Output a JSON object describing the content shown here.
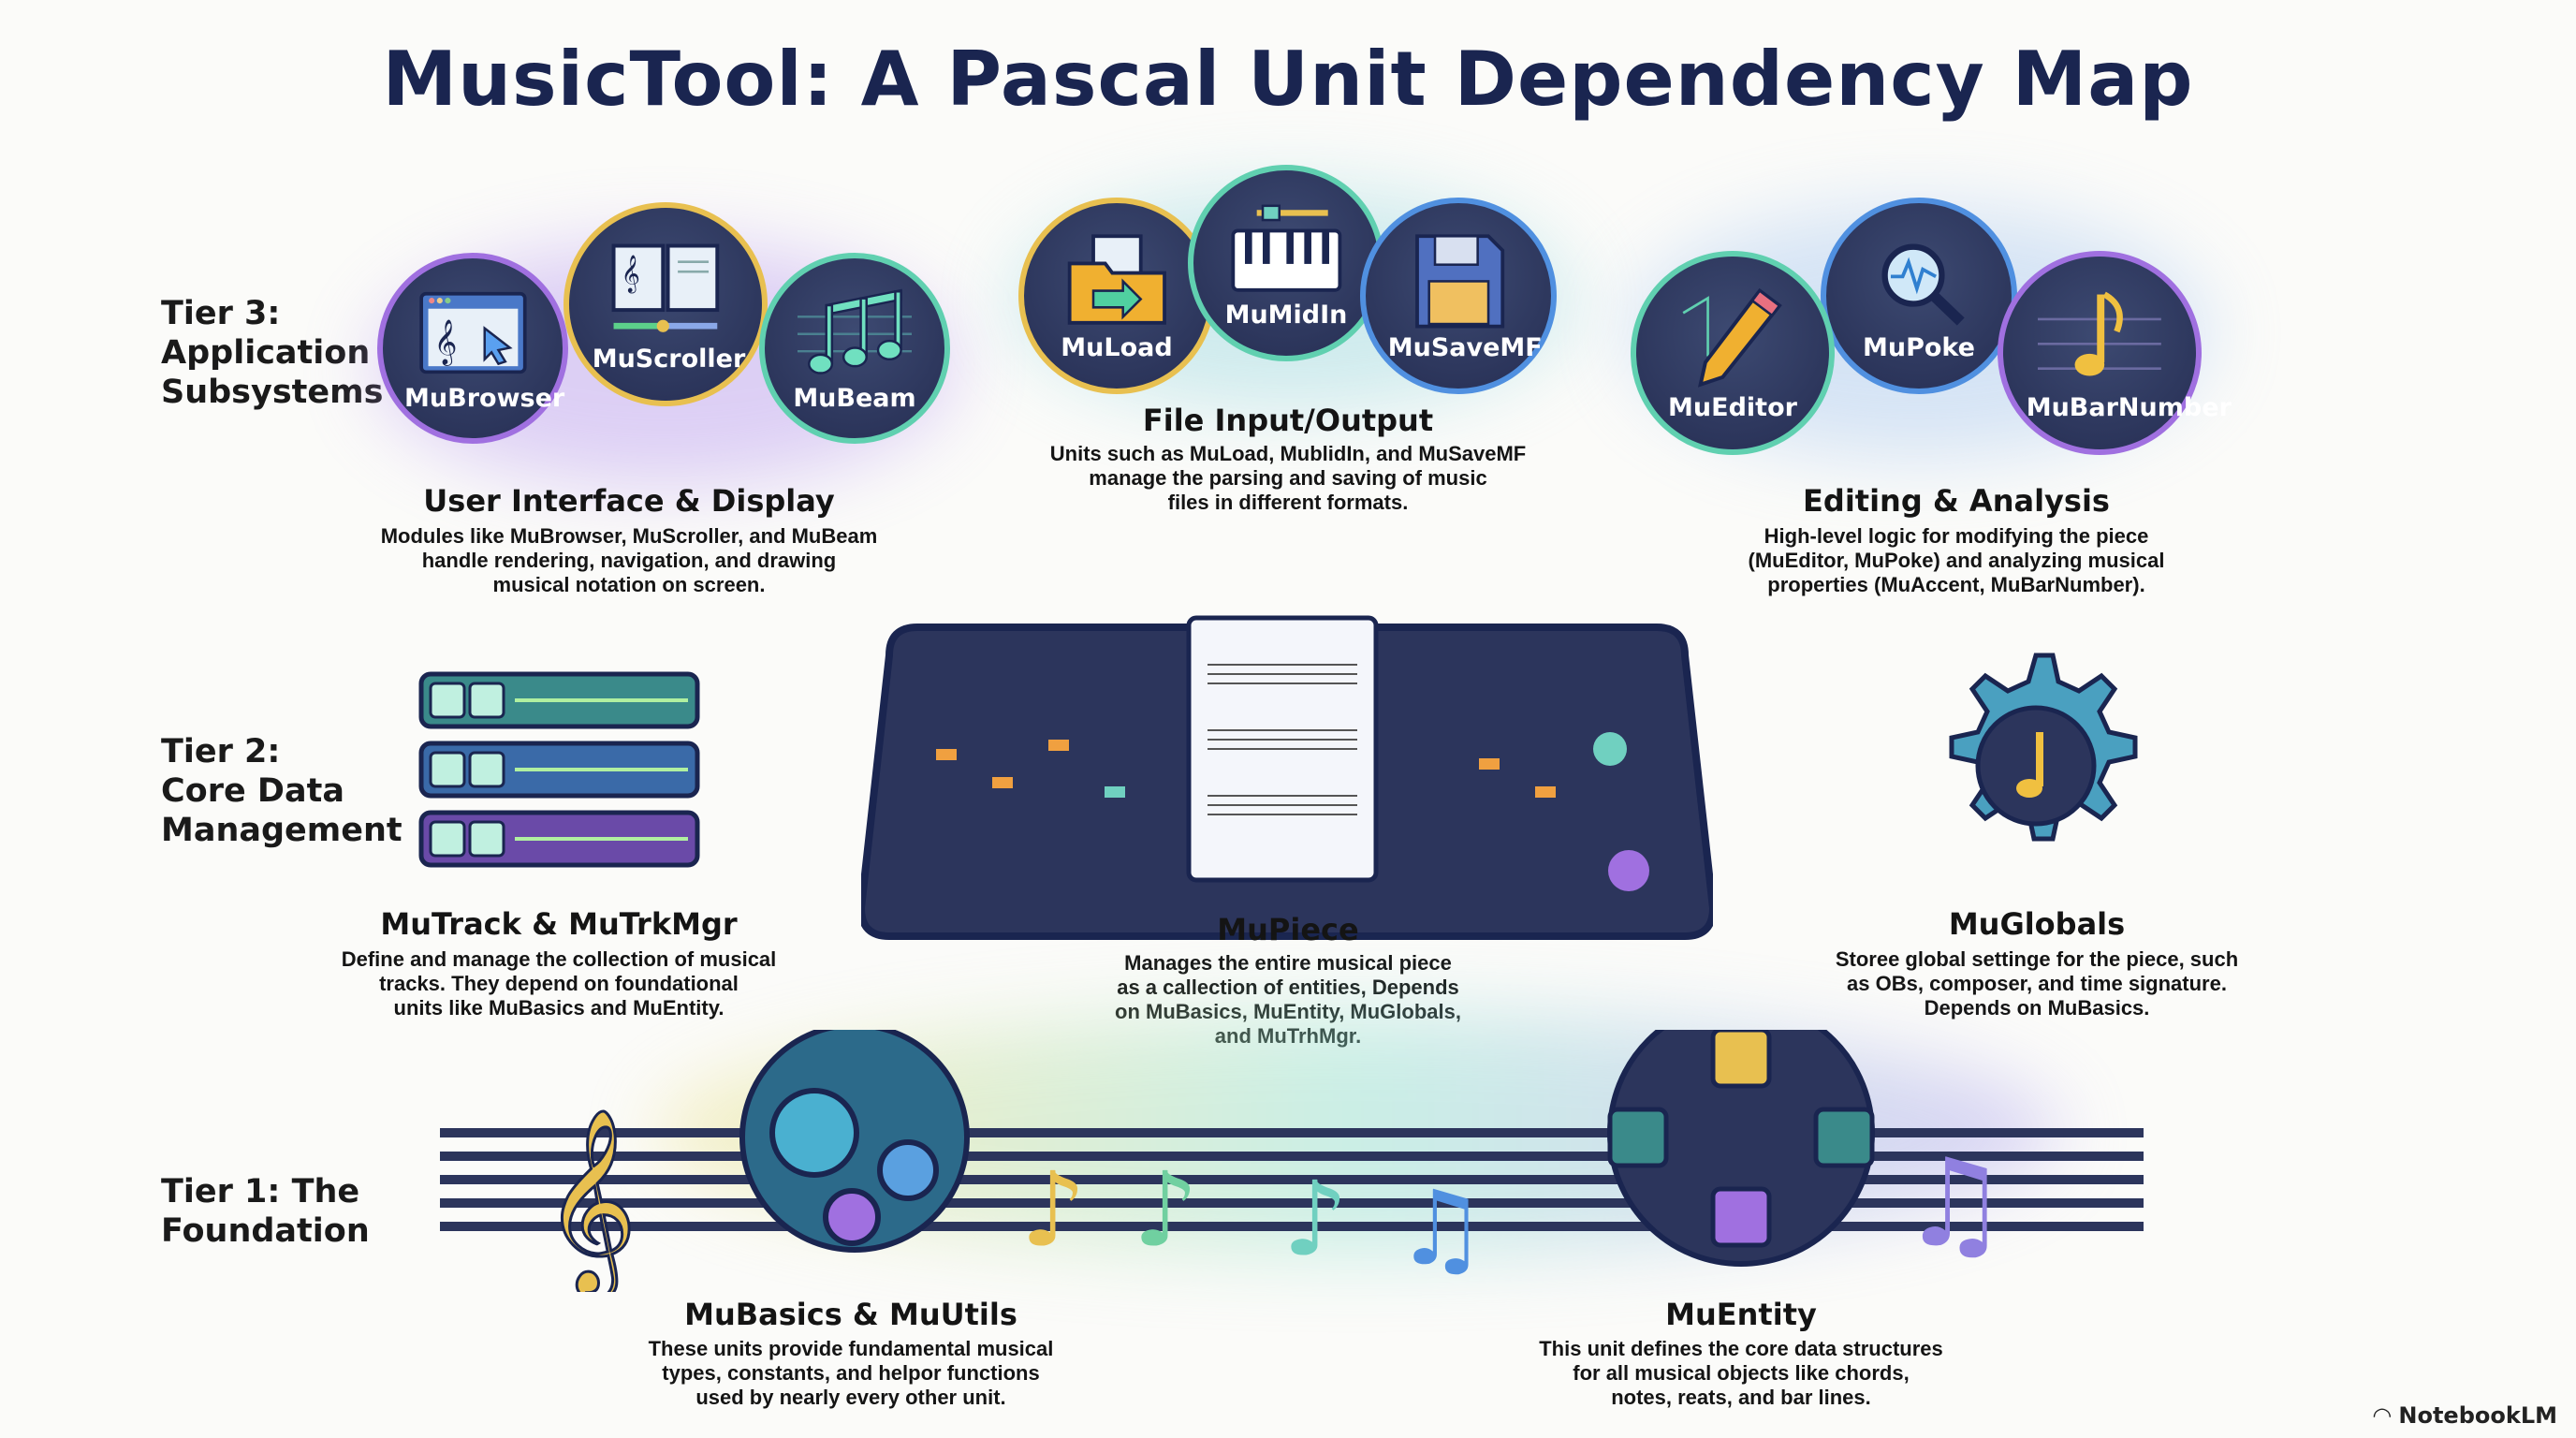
{
  "title": "MusicTool: A Pascal Unit Dependency Map",
  "tiers": [
    {
      "label": "Tier 3: Application Subsystems",
      "lines": [
        "Tier 3:",
        "Application",
        "Subsystems"
      ]
    },
    {
      "label": "Tier 2: Core Data Management",
      "lines": [
        "Tier 2:",
        "Core Data",
        "Management"
      ]
    },
    {
      "label": "Tier 1: The Foundation",
      "lines": [
        "Tier 1: The",
        "Foundation"
      ]
    }
  ],
  "tier3": {
    "ui": {
      "units": [
        "MuBrowser",
        "MuScroller",
        "MuBeam"
      ],
      "title": "User Interface & Display",
      "desc": [
        "Modules like MuBrowser, MuScroller, and MuBeam",
        "handle rendering, navigation, and drawing",
        "musical notation on screen."
      ]
    },
    "io": {
      "units": [
        "MuLoad",
        "MuMidIn",
        "MuSaveMF"
      ],
      "title": "File Input/Output",
      "desc": [
        "Units such as MuLoad, MublidIn, and MuSaveMF",
        "manage the parsing and saving of music",
        "files in different formats."
      ]
    },
    "edit": {
      "units": [
        "MuEditor",
        "MuPoke",
        "MuBarNumber"
      ],
      "title": "Editing & Analysis",
      "desc": [
        "High-level logic for modifying the piece",
        "(MuEditor, MuPoke) and analyzing musical",
        "properties (MuAccent, MuBarNumber)."
      ]
    }
  },
  "tier2": {
    "track": {
      "title": "MuTrack & MuTrkMgr",
      "desc": [
        "Define and manage the collection of musical",
        "tracks. They depend on foundational",
        "units like MuBasics and MuEntity."
      ]
    },
    "piece": {
      "title": "MuPiece",
      "desc": [
        "Manages the entire musical piece",
        "as a callection of entities, Depends",
        "on MuBasics, MuEntity, MuGlobals,",
        "and MuTrhMgr."
      ]
    },
    "globals": {
      "title": "MuGlobals",
      "desc": [
        "Storee global settinge for the piece, such",
        "as OBs, composer, and time signature.",
        "Depends on MuBasics."
      ]
    }
  },
  "tier1": {
    "basics": {
      "title": "MuBasics & MuUtils",
      "desc": [
        "These units provide fundamental musical",
        "types, constants, and helpor functions",
        "used by nearly every other unit."
      ]
    },
    "entity": {
      "title": "MuEntity",
      "desc": [
        "This unit defines the core data structures",
        "for all musical objects like chords,",
        "notes, reats, and bar lines."
      ]
    }
  },
  "brand": "NotebookLM",
  "colors": {
    "title": "#1a2550",
    "circle": "#2c355c",
    "purple": "#a070e0",
    "gold": "#e8c050",
    "teal": "#60d0b0",
    "blue": "#5090e0"
  }
}
